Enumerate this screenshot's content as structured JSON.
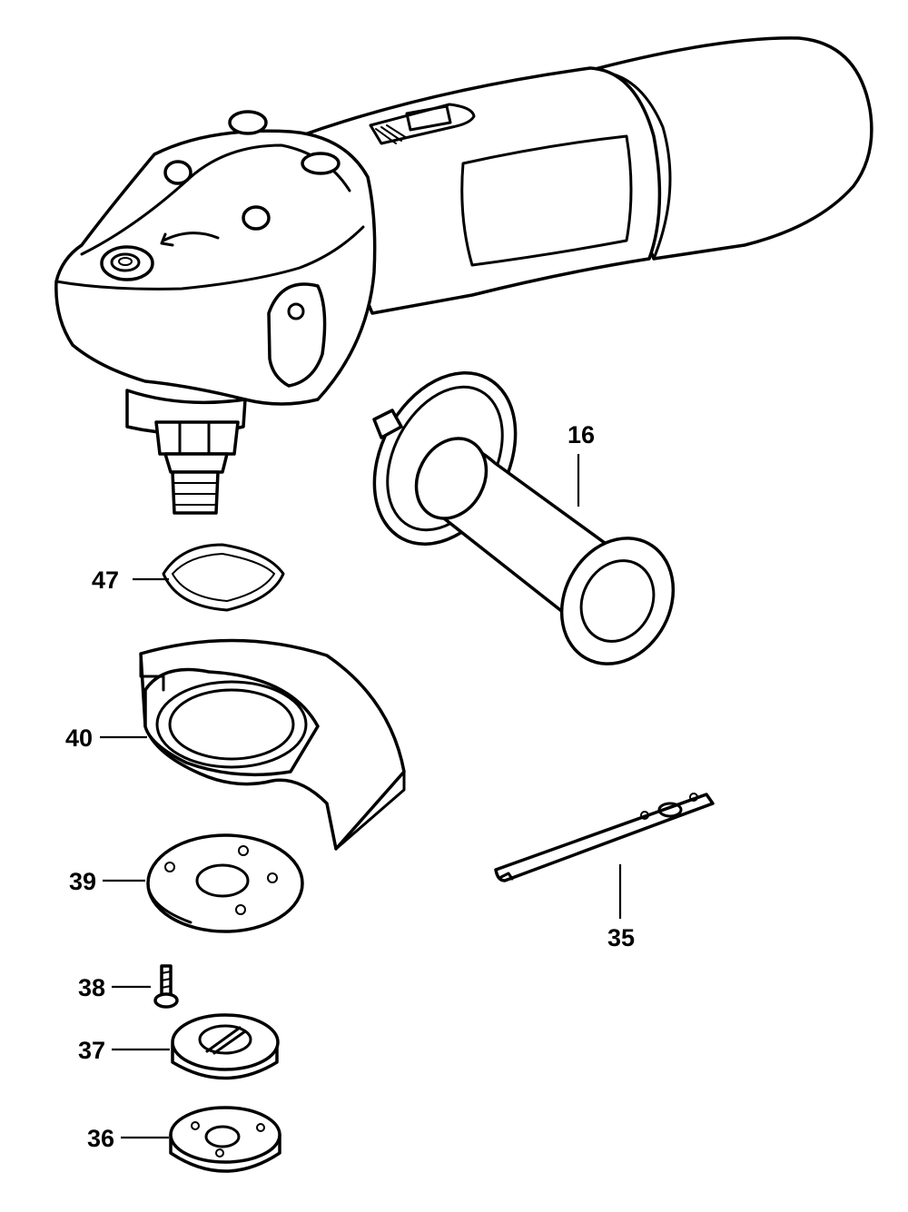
{
  "parts": [
    {
      "id": "grinder",
      "number": "",
      "icon": "angle-grinder-body"
    },
    {
      "id": "side-handle",
      "number": "16",
      "icon": "side-handle"
    },
    {
      "id": "spring-washer",
      "number": "47",
      "icon": "wavy-washer"
    },
    {
      "id": "guard",
      "number": "40",
      "icon": "wheel-guard"
    },
    {
      "id": "clamp-plate",
      "number": "39",
      "icon": "clamp-plate"
    },
    {
      "id": "screw",
      "number": "38",
      "icon": "screw"
    },
    {
      "id": "outer-flange",
      "number": "37",
      "icon": "outer-flange"
    },
    {
      "id": "inner-flange",
      "number": "36",
      "icon": "inner-flange"
    },
    {
      "id": "spanner",
      "number": "35",
      "icon": "pin-spanner"
    }
  ],
  "line_color": "#000000",
  "background": "#ffffff"
}
